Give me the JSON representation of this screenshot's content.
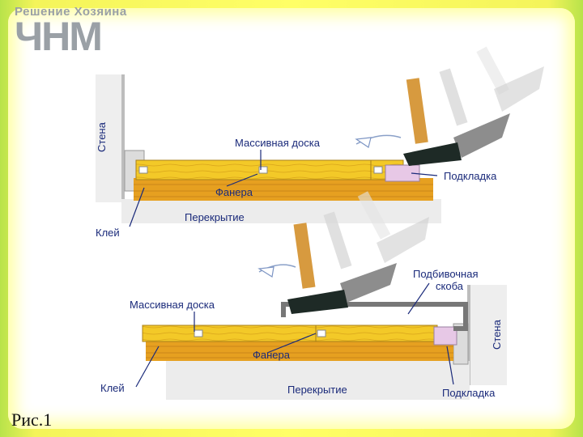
{
  "brand": {
    "tagline": "Решение Хозяина",
    "logo": "ЧНМ"
  },
  "figure_caption": "Рис.1",
  "top": {
    "wall": "Стена",
    "board": "Массивная доска",
    "plywood": "Фанера",
    "pad": "Подкладка",
    "slab": "Перекрытие",
    "glue": "Клей"
  },
  "bottom": {
    "board": "Массивная доска",
    "bracket": "Подбивочная скоба",
    "bracket_line1": "Подбивочная",
    "bracket_line2": "скоба",
    "wall": "Стена",
    "plywood": "Фанера",
    "glue": "Клей",
    "slab": "Перекрытие",
    "pad": "Подкладка"
  },
  "colors": {
    "board": "#f3c928",
    "plywood": "#e6a020",
    "slab": "#e8e8e8",
    "pad": "#e7c8e6",
    "label": "#1a2a7a"
  }
}
